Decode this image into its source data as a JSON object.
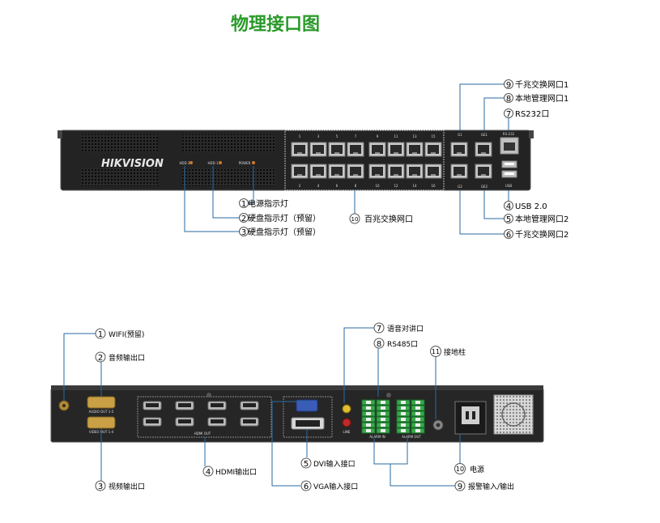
{
  "title": "物理接口图",
  "brand": "HIKVISION",
  "front_panel": {
    "led_labels": [
      "HDD 2",
      "HDD 1",
      "POWER"
    ],
    "callouts": [
      {
        "num": "1",
        "text": "电源指示灯"
      },
      {
        "num": "2",
        "text": "硬盘指示灯（预留）"
      },
      {
        "num": "3",
        "text": "硬盘指示灯（预留）"
      },
      {
        "num": "4",
        "text": "USB 2.0"
      },
      {
        "num": "5",
        "text": "本地管理网口2"
      },
      {
        "num": "6",
        "text": "千兆交换网口2"
      },
      {
        "num": "7",
        "text": "RS232口"
      },
      {
        "num": "8",
        "text": "本地管理网口1"
      },
      {
        "num": "9",
        "text": "千兆交换网口1"
      },
      {
        "num": "10",
        "text": "百兆交换网口"
      }
    ],
    "port_top_numbers": [
      "1",
      "3",
      "5",
      "7",
      "9",
      "11",
      "13",
      "15"
    ],
    "port_bottom_numbers": [
      "2",
      "4",
      "6",
      "8",
      "10",
      "12",
      "14",
      "16"
    ],
    "small_labels": {
      "g1": "G1",
      "ge1": "GE1",
      "g2": "G2",
      "ge2": "GE2",
      "rs232": "RS-232",
      "usb": "USB"
    }
  },
  "rear_panel": {
    "callouts": [
      {
        "num": "1",
        "text": "WIFI(预留)"
      },
      {
        "num": "2",
        "text": "音频输出口"
      },
      {
        "num": "3",
        "text": "视频输出口"
      },
      {
        "num": "4",
        "text": "HDMI输出口"
      },
      {
        "num": "5",
        "text": "DVI输入接口"
      },
      {
        "num": "6",
        "text": "VGA输入接口"
      },
      {
        "num": "7",
        "text": "语音对讲口"
      },
      {
        "num": "8",
        "text": "RS485口"
      },
      {
        "num": "9",
        "text": "报警输入/输出"
      },
      {
        "num": "10",
        "text": "电源"
      },
      {
        "num": "11",
        "text": "接地柱"
      }
    ],
    "small_labels": {
      "audio_out": "AUDIO OUT 1-5",
      "video_out": "VIDEO OUT 1-4",
      "hdmi_out": "HDMI OUT",
      "line": "LINE",
      "alarm_in": "ALARM IN",
      "alarm_out": "ALARM OUT"
    }
  }
}
